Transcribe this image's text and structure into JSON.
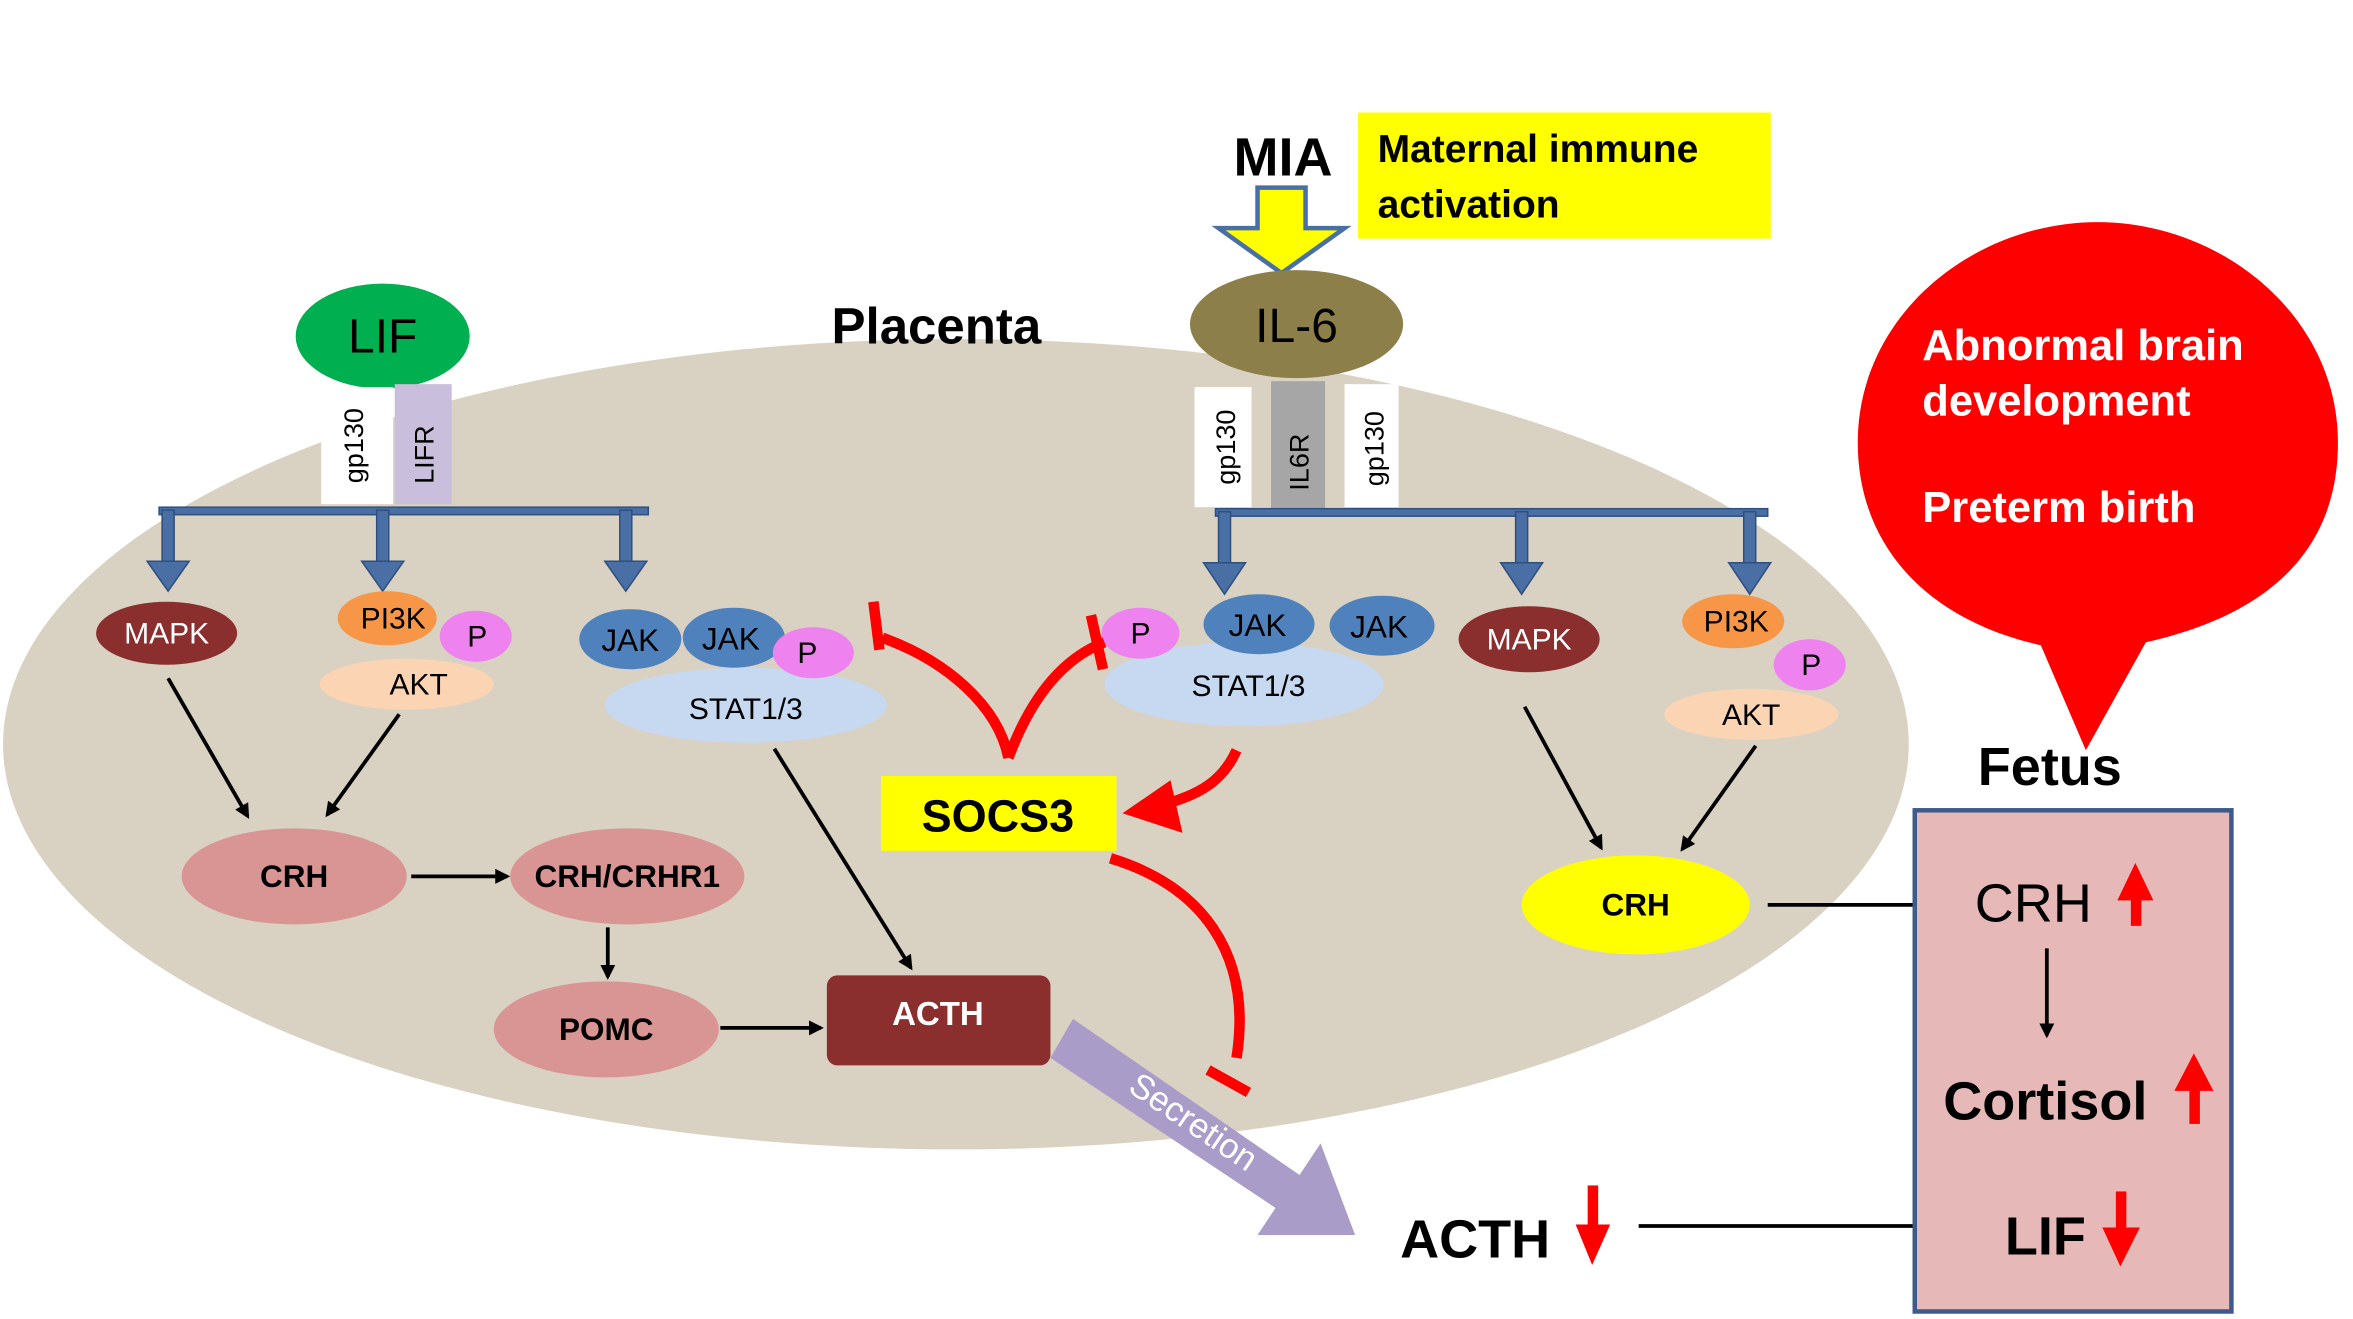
{
  "colors": {
    "placenta": "#d9d1c1",
    "lif": "#00b050",
    "il6": "#8c7f4a",
    "mapk": "#8b2e2e",
    "pi3k": "#f79646",
    "phospho": "#ee82ee",
    "akt": "#fbd4b4",
    "jak": "#4f81bd",
    "stat": "#c6d9f1",
    "crh_oval": "#d99594",
    "acth_box": "#8b2e2e",
    "crh_placenta_right": "#ffff00",
    "highlight": "#ffff00",
    "inhibit": "#ff0000",
    "receptor_arrow": "#4a6fa5",
    "secretion": "#a99cc8",
    "fetus_box": "#e6b9b8",
    "fetus_border": "#3d5a8a",
    "bubble": "#ff0000"
  },
  "icons": {
    "mia_arrow": "down-arrow-icon",
    "up": "red-up-arrow-icon",
    "down": "red-down-arrow-icon",
    "inhibit": "t-bar-inhibit-icon"
  },
  "labels": {
    "mia": "MIA",
    "mia_desc_line1": "Maternal immune",
    "mia_desc_line2": "activation",
    "placenta": "Placenta",
    "lif": "LIF",
    "gp130": "gp130",
    "lifr": "LIFR",
    "il6": "IL-6",
    "il6r": "IL6R",
    "mapk": "MAPK",
    "pi3k": "PI3K",
    "p": "P",
    "akt": "AKT",
    "jak": "JAK",
    "stat": "STAT1/3",
    "crh": "CRH",
    "crh_crhr1": "CRH/CRHR1",
    "pomc": "POMC",
    "acth": "ACTH",
    "socs3": "SOCS3",
    "secretion": "Secretion",
    "bubble_line1": "Abnormal brain",
    "bubble_line2": "development",
    "bubble_line3": "Preterm birth",
    "fetus": "Fetus",
    "fetus_crh": "CRH",
    "cortisol": "Cortisol",
    "fetus_lif": "LIF",
    "acth_out": "ACTH"
  }
}
